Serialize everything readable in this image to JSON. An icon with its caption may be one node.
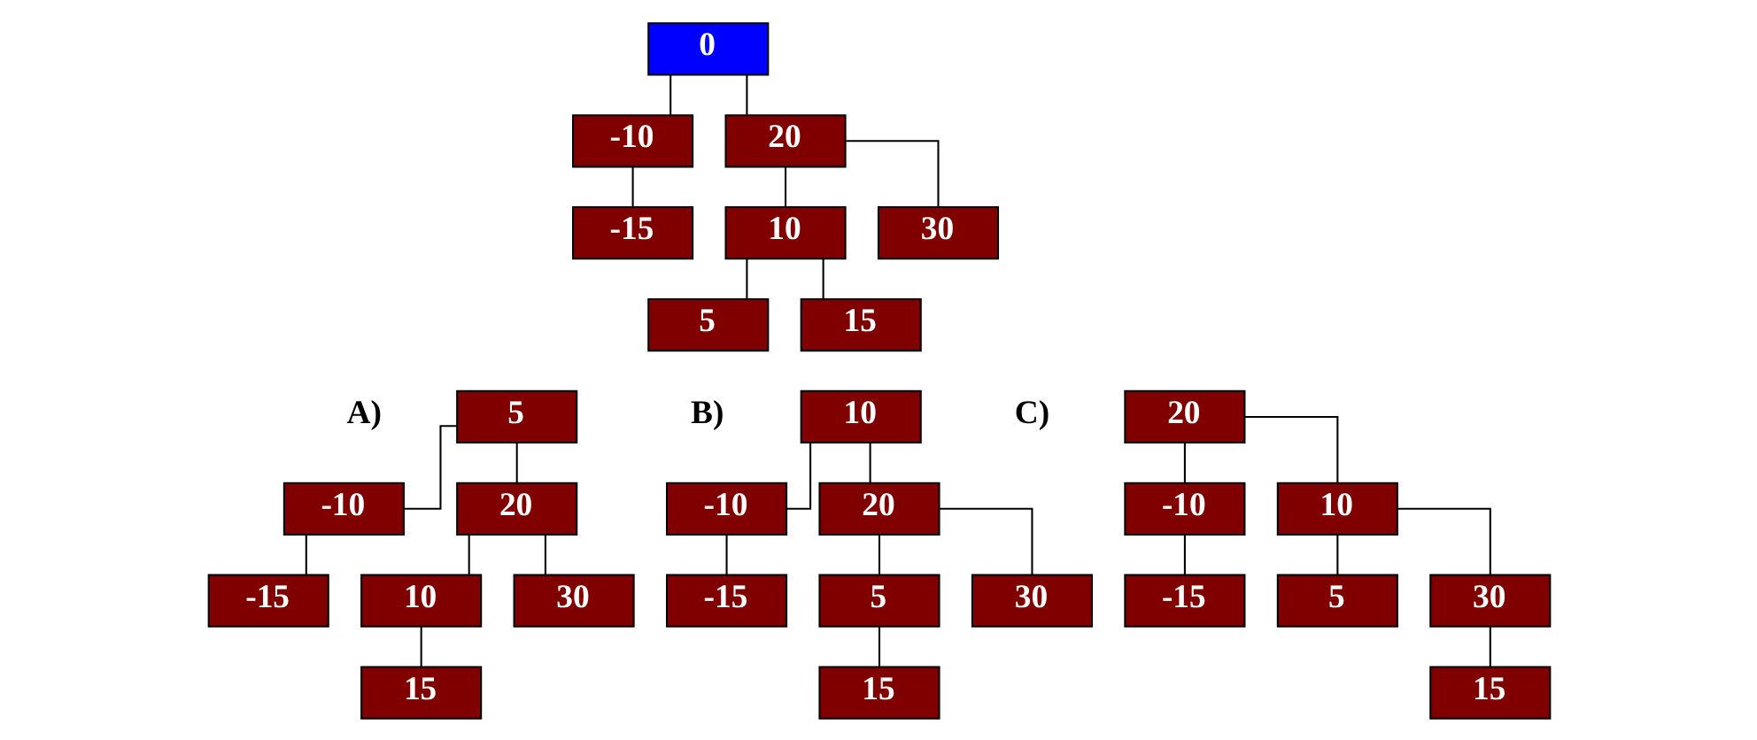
{
  "diagram": {
    "nodes": [
      {
        "text": [
          "0"
        ]
      },
      {
        "text": [
          "-10"
        ]
      },
      {
        "text": [
          "20"
        ]
      },
      {
        "text": [
          "-15"
        ]
      },
      {
        "text": [
          "10"
        ]
      },
      {
        "text": [
          "30"
        ]
      },
      {
        "text": [
          "5"
        ]
      },
      {
        "text": [
          "15"
        ]
      },
      {
        "text": [
          "5"
        ],
        "beside": [
          "A)"
        ]
      },
      {
        "text": [
          "-10"
        ]
      },
      {
        "text": [
          "20"
        ]
      },
      {
        "text": [
          "-15"
        ]
      },
      {
        "text": [
          "10"
        ]
      },
      {
        "text": [
          "30"
        ]
      },
      {
        "text": [
          "15"
        ]
      },
      {
        "text": [
          "10"
        ],
        "beside": [
          "B)"
        ]
      },
      {
        "text": [
          "-10"
        ]
      },
      {
        "text": [
          "20"
        ]
      },
      {
        "text": [
          "-15"
        ]
      },
      {
        "text": [
          "5"
        ]
      },
      {
        "text": [
          "30"
        ]
      },
      {
        "text": [
          "15"
        ]
      },
      {
        "text": [
          "20"
        ],
        "beside": [
          "C)"
        ]
      },
      {
        "text": [
          "-10"
        ]
      },
      {
        "text": [
          "10"
        ]
      },
      {
        "text": [
          "-15"
        ]
      },
      {
        "text": [
          "5"
        ]
      },
      {
        "text": [
          "30"
        ]
      },
      {
        "text": [
          "15"
        ]
      }
    ],
    "edges": [
      {
        "from": 0,
        "to": 1,
        "arrow": "none"
      },
      {
        "from": 0,
        "to": 2,
        "arrow": "none"
      },
      {
        "from": 1,
        "to": 3,
        "arrow": "none"
      },
      {
        "from": 2,
        "to": 4,
        "arrow": "none"
      },
      {
        "from": 2,
        "to": 5,
        "arrow": "none"
      },
      {
        "from": 4,
        "to": 6,
        "arrow": "none"
      },
      {
        "from": 4,
        "to": 7,
        "arrow": "none"
      },
      {
        "from": 8,
        "to": 9,
        "arrow": "none"
      },
      {
        "from": 8,
        "to": 10,
        "arrow": "none"
      },
      {
        "from": 9,
        "to": 11,
        "arrow": "none"
      },
      {
        "from": 10,
        "to": 12,
        "arrow": "none"
      },
      {
        "from": 10,
        "to": 13,
        "arrow": "none"
      },
      {
        "from": 12,
        "to": 14,
        "arrow": "none"
      },
      {
        "from": 15,
        "to": 16,
        "arrow": "none"
      },
      {
        "from": 15,
        "to": 17,
        "arrow": "none"
      },
      {
        "from": 16,
        "to": 18,
        "arrow": "none"
      },
      {
        "from": 17,
        "to": 19,
        "arrow": "none"
      },
      {
        "from": 17,
        "to": 20,
        "arrow": "none"
      },
      {
        "from": 19,
        "to": 21,
        "arrow": "none"
      },
      {
        "from": 22,
        "to": 23,
        "arrow": "none"
      },
      {
        "from": 22,
        "to": 24,
        "arrow": "none"
      },
      {
        "from": 23,
        "to": 25,
        "arrow": "none"
      },
      {
        "from": 24,
        "to": 26,
        "arrow": "none"
      },
      {
        "from": 24,
        "to": 27,
        "arrow": "none"
      },
      {
        "from": 27,
        "to": 28,
        "arrow": "none"
      }
    ]
  }
}
